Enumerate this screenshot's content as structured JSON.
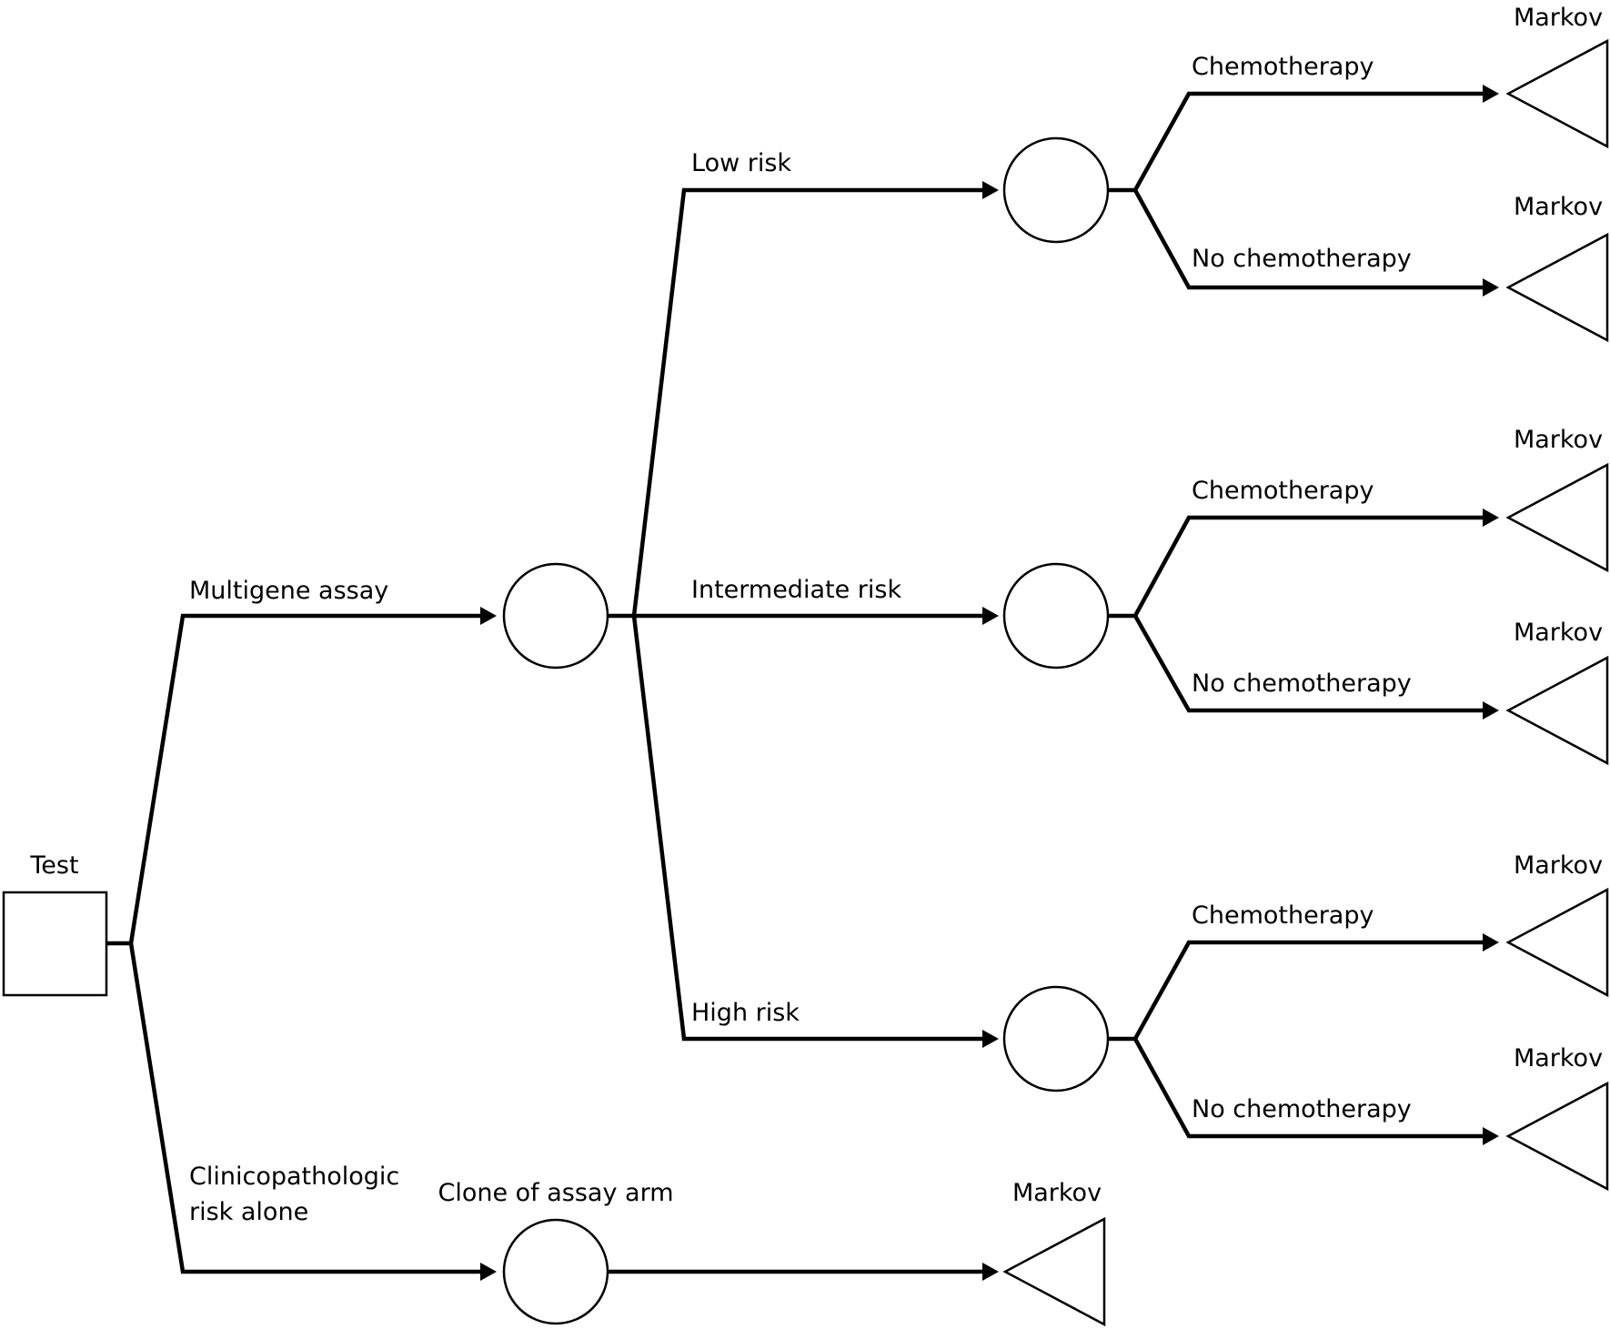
{
  "decision_node": {
    "label": "Test",
    "shape": "square"
  },
  "strategies": [
    {
      "label": "Multigene assay"
    },
    {
      "label": "Clinicopathologic risk alone",
      "label_lines": [
        "Clinicopathologic",
        "risk alone"
      ]
    }
  ],
  "assay_chance_node": {
    "shape": "circle",
    "branches": [
      {
        "label": "Low risk",
        "chance_node": "circle",
        "outcomes": [
          {
            "label": "Chemotherapy",
            "terminal": "Markov"
          },
          {
            "label": "No chemotherapy",
            "terminal": "Markov"
          }
        ]
      },
      {
        "label": "Intermediate risk",
        "chance_node": "circle",
        "outcomes": [
          {
            "label": "Chemotherapy",
            "terminal": "Markov"
          },
          {
            "label": "No chemotherapy",
            "terminal": "Markov"
          }
        ]
      },
      {
        "label": "High risk",
        "chance_node": "circle",
        "outcomes": [
          {
            "label": "Chemotherapy",
            "terminal": "Markov"
          },
          {
            "label": "No chemotherapy",
            "terminal": "Markov"
          }
        ]
      }
    ]
  },
  "clone_node": {
    "label": "Clone of assay arm",
    "shape": "circle",
    "terminal": "Markov"
  },
  "colors": {
    "line": "#000000",
    "background": "#ffffff"
  }
}
